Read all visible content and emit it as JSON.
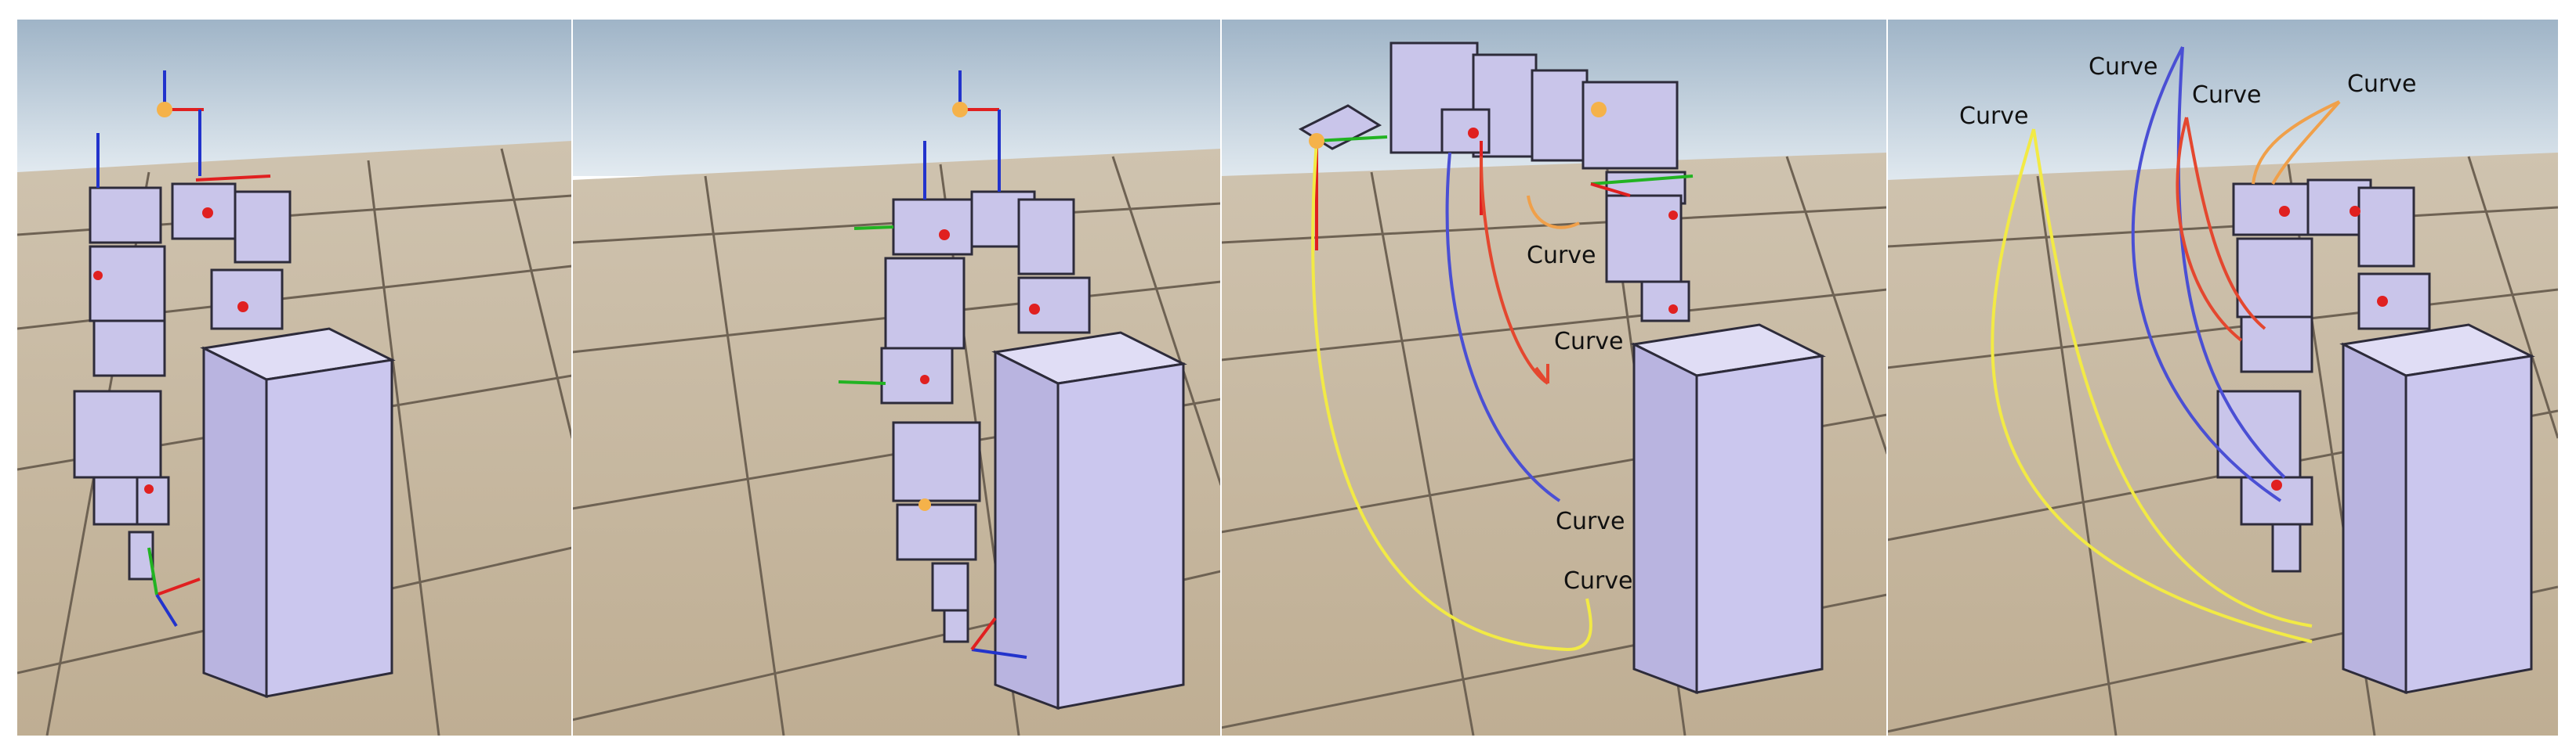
{
  "panels": [
    {
      "id": "p1",
      "labels": []
    },
    {
      "id": "p2",
      "labels": []
    },
    {
      "id": "p3",
      "labels": [
        "Curve",
        "Curve",
        "Curve",
        "Curve"
      ]
    },
    {
      "id": "p4",
      "labels": [
        "Curve",
        "Curve",
        "Curve",
        "Curve"
      ]
    }
  ],
  "colors": {
    "sky_top": "#a9bccd",
    "sky_bottom": "#dfe7ee",
    "floor": "#cbbda8",
    "floor_dark": "#b8a98f",
    "grid_line": "#6e6253",
    "box_fill": "#c9c5ea",
    "box_edge": "#2d2b3a",
    "curve_yellow": "#f2ea45",
    "curve_blue": "#4a4fd4",
    "curve_red": "#e4472f",
    "curve_orange": "#f0a04a",
    "axis_red": "#e02020",
    "axis_green": "#22b322",
    "axis_blue": "#2233cc",
    "joint_orange": "#f5b24a"
  }
}
